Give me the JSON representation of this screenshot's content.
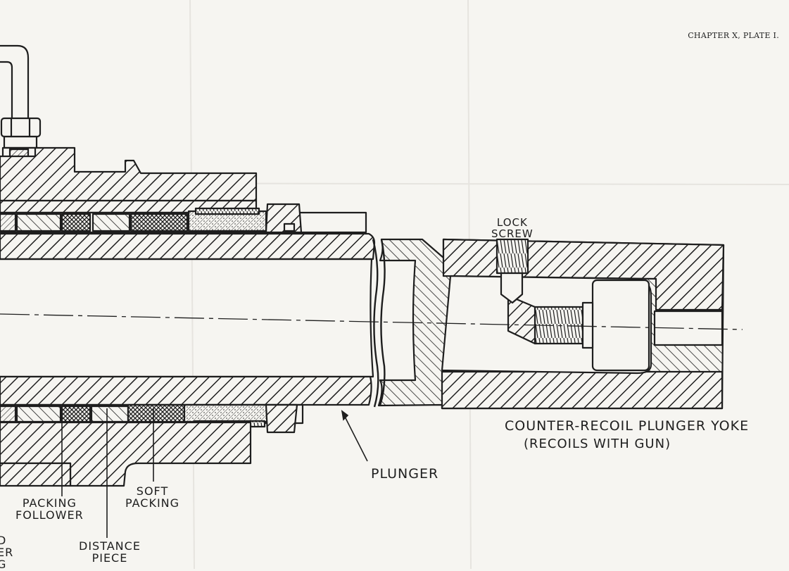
{
  "plate_header": "CHAPTER X, PLATE I.",
  "labels": {
    "lock_screw": [
      "LOCK",
      "SCREW"
    ],
    "yoke_title": "COUNTER-RECOIL PLUNGER YOKE",
    "yoke_note": "(RECOILS WITH GUN)",
    "plunger": "PLUNGER",
    "soft_packing": [
      "SOFT",
      "PACKING"
    ],
    "packing_follower": [
      "PACKING",
      "FOLLOWER"
    ],
    "distance_piece": [
      "DISTANCE",
      "PIECE"
    ],
    "cut_left_edge": [
      "D",
      "ER",
      "G"
    ]
  },
  "colors": {
    "paper": "#f6f5f1",
    "ink": "#1e1e1e",
    "fold": "#e6e4df"
  }
}
